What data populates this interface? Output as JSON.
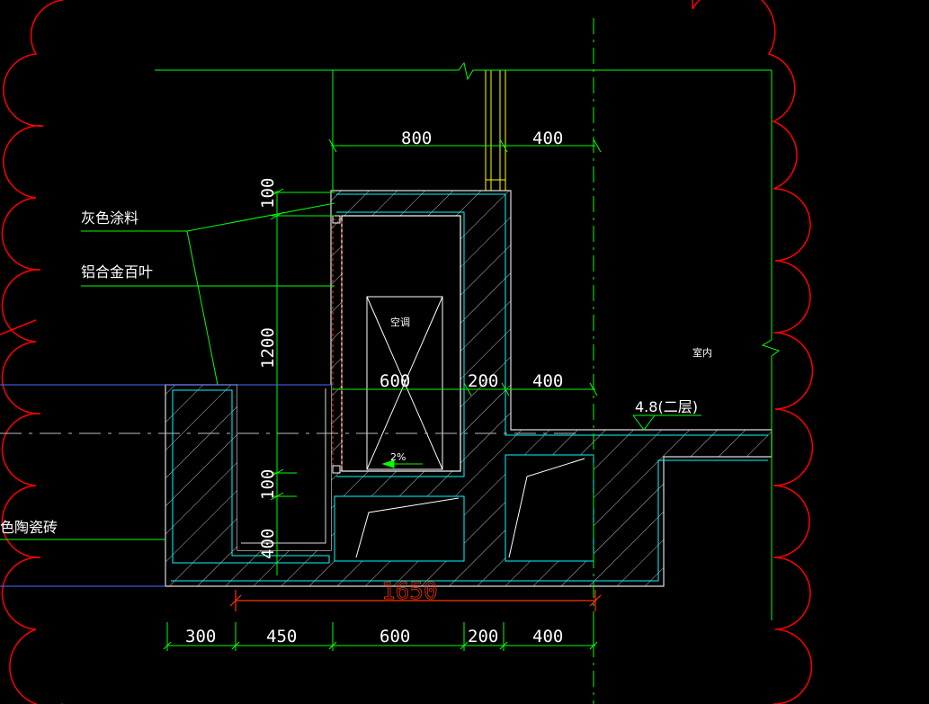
{
  "colors": {
    "background": "#000000",
    "green": "#00ff00",
    "cyan": "#00ffff",
    "red": "#ff0000",
    "yellow": "#ffff00",
    "white": "#ffffff",
    "gray": "#bbbbbb",
    "orange": "#ff3300",
    "blue": "#4a6cff"
  },
  "labels": {
    "gray_paint": "灰色涂料",
    "aluminum_louver": "铝合金百叶",
    "ceramic_tile": "色陶瓷砖",
    "ac_unit": "空调",
    "indoor": "室内",
    "floor_level": "4.8(二层)",
    "slope": "2%"
  },
  "dimensions": {
    "top_800": "800",
    "top_400": "400",
    "mid_600": "600",
    "mid_200": "200",
    "mid_400": "400",
    "v_100_top": "100",
    "v_1200": "1200",
    "v_100_bottom": "100",
    "v_400": "400",
    "overall_1650": "1650",
    "bot_300": "300",
    "bot_450": "450",
    "bot_600": "600",
    "bot_200": "200",
    "bot_400": "400"
  }
}
